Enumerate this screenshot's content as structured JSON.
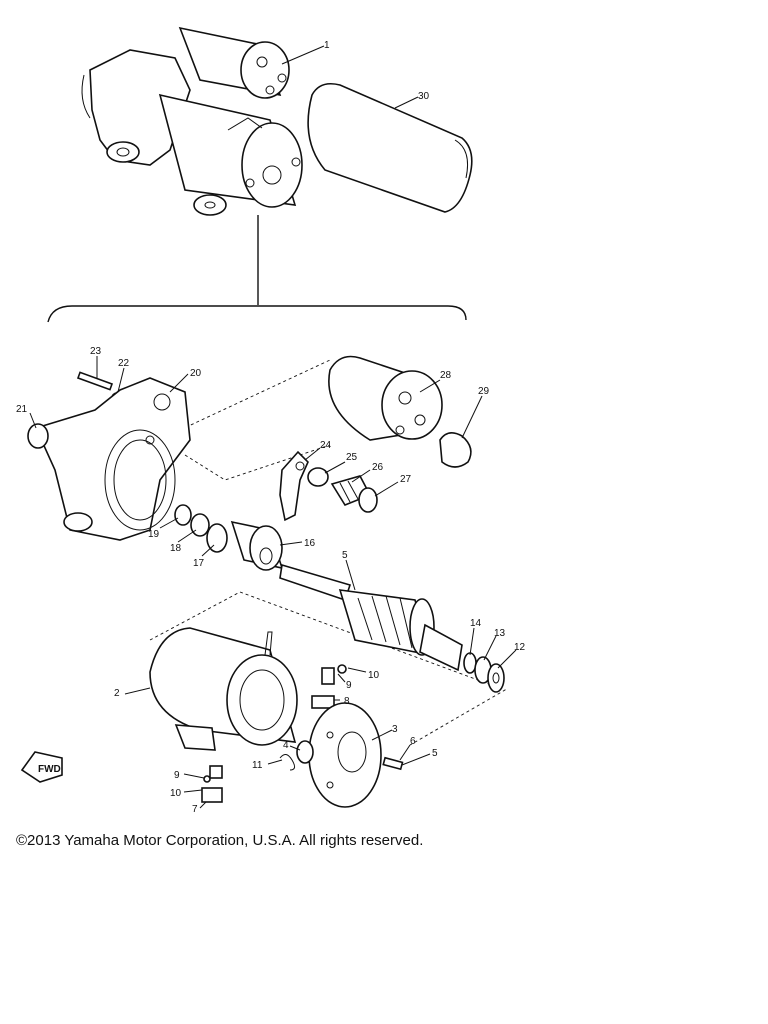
{
  "labels": {
    "l1": "1",
    "l30": "30",
    "l23": "23",
    "l22": "22",
    "l20": "20",
    "l21": "21",
    "l28": "28",
    "l29": "29",
    "l24": "24",
    "l25": "25",
    "l26": "26",
    "l27": "27",
    "l19": "19",
    "l18": "18",
    "l17": "17",
    "l16": "16",
    "l5a": "5",
    "l14": "14",
    "l13": "13",
    "l12": "12",
    "l10a": "10",
    "l9a": "9",
    "l8a": "8",
    "l2": "2",
    "l3": "3",
    "l6": "6",
    "l5b": "5",
    "l4": "4",
    "l11": "11",
    "l9b": "9",
    "l10b": "10",
    "l7": "7"
  },
  "fwd_mark": "FWD",
  "copyright": "©2013 Yamaha Motor Corporation, U.S.A. All rights reserved."
}
